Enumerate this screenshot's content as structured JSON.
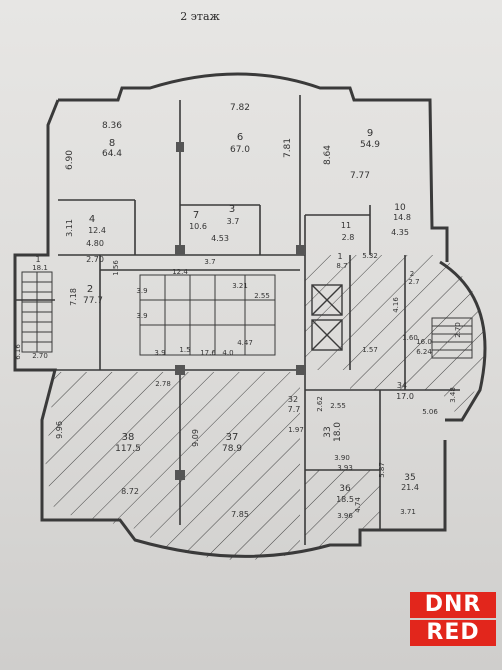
{
  "floor_title": "2 этаж",
  "labels": [
    {
      "id": "r8-dim-a",
      "text": "8.36"
    },
    {
      "id": "r8-dim-b",
      "text": "6.90"
    },
    {
      "id": "r8-num",
      "text": "8"
    },
    {
      "id": "r8-area",
      "text": "64.4"
    },
    {
      "id": "r6-dim",
      "text": "7.82"
    },
    {
      "id": "r6-num",
      "text": "6"
    },
    {
      "id": "r6-area",
      "text": "67.0"
    },
    {
      "id": "r9-dim-a",
      "text": "7.81"
    },
    {
      "id": "r9-dim-b",
      "text": "8.64"
    },
    {
      "id": "r9-num",
      "text": "9"
    },
    {
      "id": "r9-area",
      "text": "54.9"
    },
    {
      "id": "r9-dim-c",
      "text": "7.77"
    },
    {
      "id": "r4-num",
      "text": "4"
    },
    {
      "id": "r4-area",
      "text": "12.4"
    },
    {
      "id": "r4-dim-a",
      "text": "3.11"
    },
    {
      "id": "r4-dim-b",
      "text": "4.80"
    },
    {
      "id": "r7-num",
      "text": "7"
    },
    {
      "id": "r7-area",
      "text": "10.6"
    },
    {
      "id": "r7-dim",
      "text": "4.53"
    },
    {
      "id": "r3-num",
      "text": "3"
    },
    {
      "id": "r3-area",
      "text": "3.7"
    },
    {
      "id": "r10-num",
      "text": "10"
    },
    {
      "id": "r10-area",
      "text": "14.8"
    },
    {
      "id": "r10-dim",
      "text": "4.35"
    },
    {
      "id": "r11-num",
      "text": "11"
    },
    {
      "id": "r11-area",
      "text": "2.8"
    },
    {
      "id": "r1-num",
      "text": "1"
    },
    {
      "id": "r1-area",
      "text": "18.1"
    },
    {
      "id": "r2-num",
      "text": "2"
    },
    {
      "id": "r2-area",
      "text": "77.7"
    },
    {
      "id": "r2-dim-a",
      "text": "2.70"
    },
    {
      "id": "r2-dim-b",
      "text": "7.18"
    },
    {
      "id": "stair-dim-a",
      "text": "6.16"
    },
    {
      "id": "stair-dim-b",
      "text": "2.70"
    },
    {
      "id": "c-dim-a",
      "text": "1.56"
    },
    {
      "id": "c-dim-b",
      "text": "12.4"
    },
    {
      "id": "c-dim-c",
      "text": "3.21"
    },
    {
      "id": "c-dim-d",
      "text": "3.7"
    },
    {
      "id": "c-dim-e",
      "text": "2.55"
    },
    {
      "id": "c-dim-f",
      "text": "1.5"
    },
    {
      "id": "c-dim-g",
      "text": "3.9"
    },
    {
      "id": "c-dim-h",
      "text": "17.6"
    },
    {
      "id": "c-dim-i",
      "text": "4.0"
    },
    {
      "id": "c-dim-j",
      "text": "4.47"
    },
    {
      "id": "c-dim-k",
      "text": "3.9"
    },
    {
      "id": "c-dim-l",
      "text": "3.9"
    },
    {
      "id": "e-num",
      "text": "1"
    },
    {
      "id": "e-area",
      "text": "8.7"
    },
    {
      "id": "e-dim-a",
      "text": "5.32"
    },
    {
      "id": "e-dim-b",
      "text": "4.16"
    },
    {
      "id": "e-dim-c",
      "text": "1.57"
    },
    {
      "id": "e-dim-d",
      "text": "1.60"
    },
    {
      "id": "e-dim-e",
      "text": "2.70"
    },
    {
      "id": "r2b-num",
      "text": "2"
    },
    {
      "id": "r2b-area",
      "text": "2.7"
    },
    {
      "id": "r14-area",
      "text": "6.24"
    },
    {
      "id": "r14-num",
      "text": "16.0"
    },
    {
      "id": "r34-num",
      "text": "34"
    },
    {
      "id": "r34-area",
      "text": "17.0"
    },
    {
      "id": "r34-dim-a",
      "text": "3.48"
    },
    {
      "id": "r34-dim-b",
      "text": "5.06"
    },
    {
      "id": "r32-num",
      "text": "32"
    },
    {
      "id": "r32-area",
      "text": "7.7"
    },
    {
      "id": "r32-dim",
      "text": "1.97"
    },
    {
      "id": "r31-dim-a",
      "text": "2.55"
    },
    {
      "id": "r31-dim-b",
      "text": "2.62"
    },
    {
      "id": "r33-num",
      "text": "33"
    },
    {
      "id": "r33-area",
      "text": "18.0"
    },
    {
      "id": "r33-dim",
      "text": "3.90"
    },
    {
      "id": "r38-num",
      "text": "38"
    },
    {
      "id": "r38-area",
      "text": "117.5"
    },
    {
      "id": "r38-dim-a",
      "text": "9.96"
    },
    {
      "id": "r38-dim-b",
      "text": "8.72"
    },
    {
      "id": "r38-dim-c",
      "text": "2.78"
    },
    {
      "id": "r37-num",
      "text": "37"
    },
    {
      "id": "r37-area",
      "text": "78.9"
    },
    {
      "id": "r37-dim-a",
      "text": "9.09"
    },
    {
      "id": "r37-dim-b",
      "text": "7.85"
    },
    {
      "id": "r36-num",
      "text": "36"
    },
    {
      "id": "r36-area",
      "text": "18.5"
    },
    {
      "id": "r36-dim-a",
      "text": "3.93"
    },
    {
      "id": "r36-dim-b",
      "text": "3.96"
    },
    {
      "id": "r36-dim-c",
      "text": "4.74"
    },
    {
      "id": "r35-num",
      "text": "35"
    },
    {
      "id": "r35-area",
      "text": "21.4"
    },
    {
      "id": "r35-dim-a",
      "text": "5.87"
    },
    {
      "id": "r35-dim-b",
      "text": "3.71"
    }
  ],
  "watermark": {
    "line1": "DNR",
    "line2": "RED",
    "color": "#e2261c"
  },
  "colors": {
    "wall": "#3a3a3a",
    "paper": "#e5e4e2",
    "hatch": "#444444"
  }
}
